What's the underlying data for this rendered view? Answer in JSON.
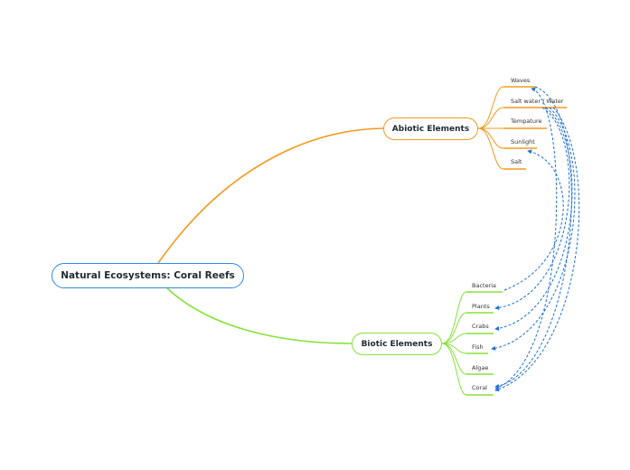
{
  "root": {
    "label": "Natural Ecosystems: Coral Reefs"
  },
  "abiotic": {
    "label": "Abiotic Elements",
    "items": [
      "Waves",
      "Salt water / Water",
      "Tempature",
      "Sunlight",
      "Salt"
    ]
  },
  "biotic": {
    "label": "Biotic Elements",
    "items": [
      "Bacteria",
      "Plants",
      "Crabs",
      "Fish",
      "Algae",
      "Coral"
    ]
  },
  "colors": {
    "root_border": "#2f8be0",
    "abiotic_branch": "#f39a1e",
    "biotic_branch": "#86e23a",
    "relationship_line": "#1f6fd6"
  }
}
